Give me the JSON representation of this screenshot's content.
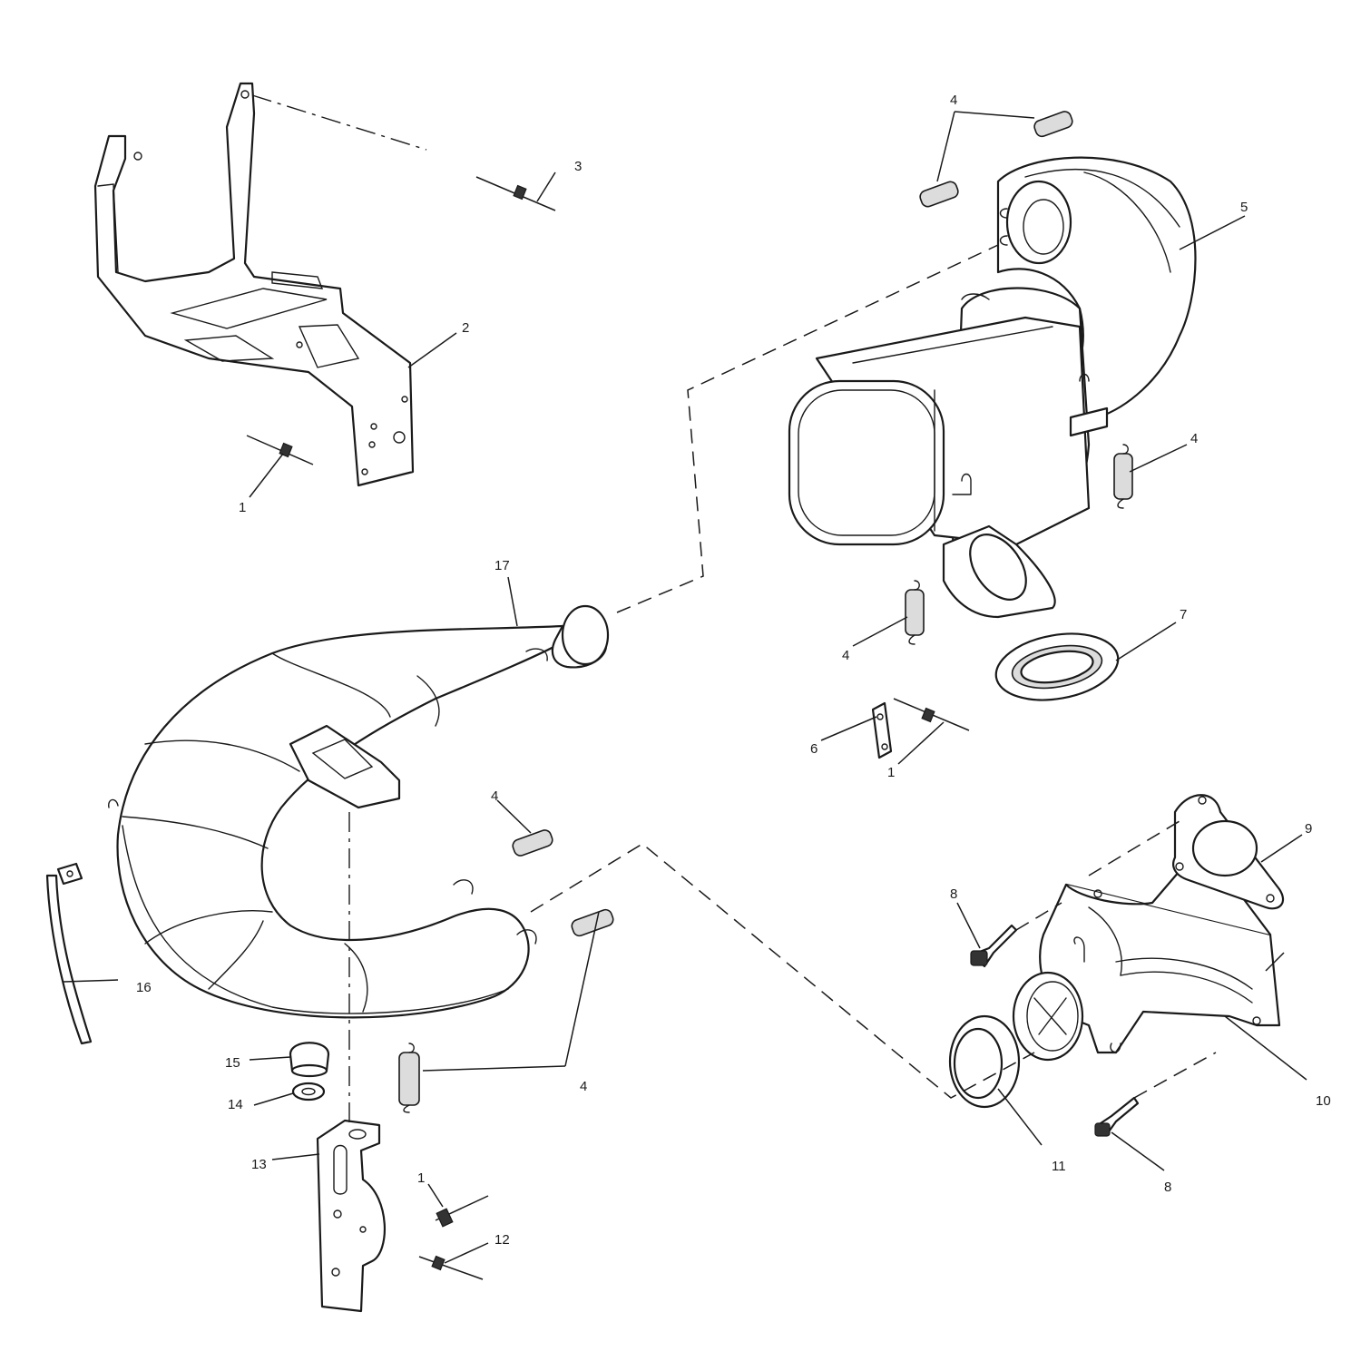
{
  "callouts": {
    "c1a": "1",
    "c1b": "1",
    "c1c": "1",
    "c2": "2",
    "c3": "3",
    "c4a": "4",
    "c4b": "4",
    "c4c": "4",
    "c4d": "4",
    "c4e": "4",
    "c5": "5",
    "c6": "6",
    "c7": "7",
    "c8a": "8",
    "c8b": "8",
    "c9": "9",
    "c10": "10",
    "c11": "11",
    "c12": "12",
    "c13": "13",
    "c14": "14",
    "c15": "15",
    "c16": "16",
    "c17": "17"
  },
  "colors": {
    "ink": "#1a1a1a",
    "paper": "#ffffff",
    "shade": "#dcdcdc"
  }
}
